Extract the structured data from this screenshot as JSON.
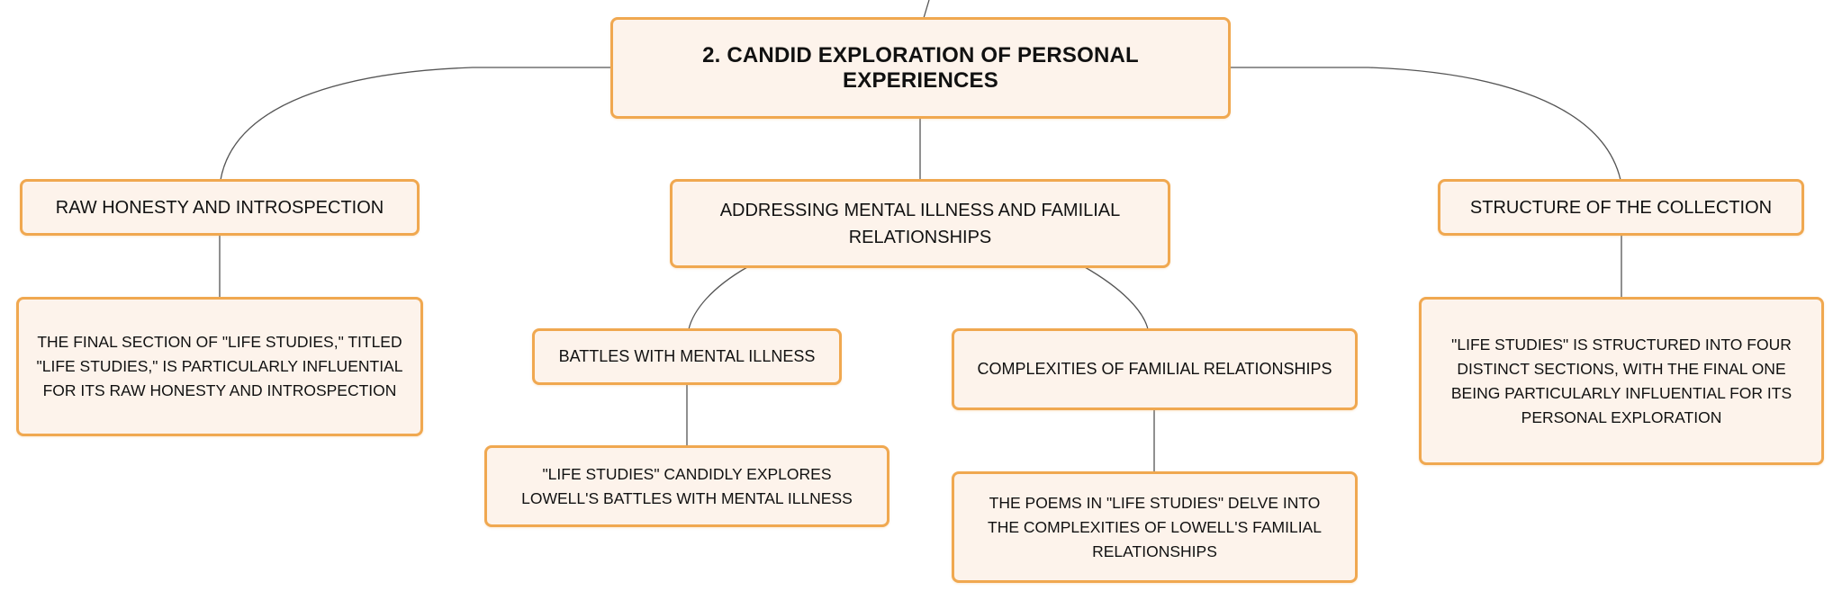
{
  "colors": {
    "node_fill": "#fdf3eb",
    "node_border": "#f0a850",
    "connector": "#555555",
    "text": "#111111"
  },
  "root": {
    "label": "2. CANDID EXPLORATION OF PERSONAL EXPERIENCES"
  },
  "branches": {
    "left": {
      "label": "RAW HONESTY AND INTROSPECTION",
      "detail": "THE FINAL SECTION OF \"LIFE STUDIES,\" TITLED \"LIFE STUDIES,\" IS PARTICULARLY INFLUENTIAL FOR ITS RAW HONESTY AND INTROSPECTION"
    },
    "center": {
      "label": "ADDRESSING MENTAL ILLNESS AND FAMILIAL RELATIONSHIPS",
      "children": {
        "mental": {
          "label": "BATTLES WITH MENTAL ILLNESS",
          "detail": "\"LIFE STUDIES\" CANDIDLY EXPLORES LOWELL'S BATTLES WITH MENTAL ILLNESS"
        },
        "family": {
          "label": "COMPLEXITIES OF FAMILIAL RELATIONSHIPS",
          "detail": "THE POEMS IN \"LIFE STUDIES\" DELVE INTO THE COMPLEXITIES OF LOWELL'S FAMILIAL RELATIONSHIPS"
        }
      }
    },
    "right": {
      "label": "STRUCTURE OF THE COLLECTION",
      "detail": "\"LIFE STUDIES\" IS STRUCTURED INTO FOUR DISTINCT SECTIONS, WITH THE FINAL ONE BEING PARTICULARLY INFLUENTIAL FOR ITS PERSONAL EXPLORATION"
    }
  }
}
